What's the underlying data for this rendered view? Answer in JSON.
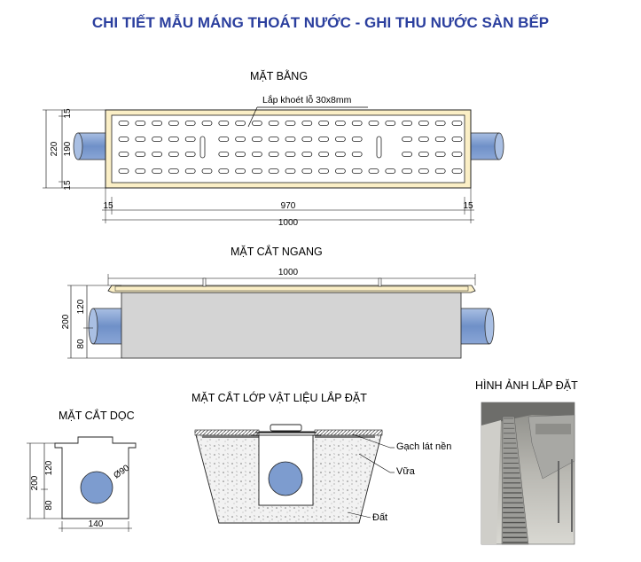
{
  "title": "CHI TIẾT MẪU MÁNG THOÁT NƯỚC - GHI THU NƯỚC SÀN BẾP",
  "plan": {
    "heading": "MẶT BẰNG",
    "note": "Lắp khoét lỗ 30x8mm",
    "dims": {
      "total_h": "220",
      "top": "15",
      "mid": "190",
      "bottom": "15",
      "left": "15",
      "inner": "970",
      "right": "15",
      "total_w": "1000"
    }
  },
  "cross": {
    "heading": "MẶT CẮT NGANG",
    "dims": {
      "width": "1000",
      "total_h": "200",
      "upper": "120",
      "lower": "80"
    }
  },
  "long_section": {
    "heading": "MẶT CẮT DỌC",
    "dims": {
      "total_h": "200",
      "upper": "120",
      "lower": "80",
      "width": "140",
      "pipe": "Ø90"
    }
  },
  "material": {
    "heading": "MẶT CẮT LỚP VẬT LIỆU LẮP ĐẶT",
    "labels": {
      "tile": "Gạch lát nền",
      "mortar": "Vữa",
      "soil": "Đất"
    }
  },
  "photo": {
    "heading": "HÌNH ẢNH LẮP ĐẶT"
  },
  "colors": {
    "title": "#2b3f9e",
    "frame_fill": "#fbefc6",
    "pipe": "#7d9ccf",
    "body": "#d4d4d4"
  }
}
